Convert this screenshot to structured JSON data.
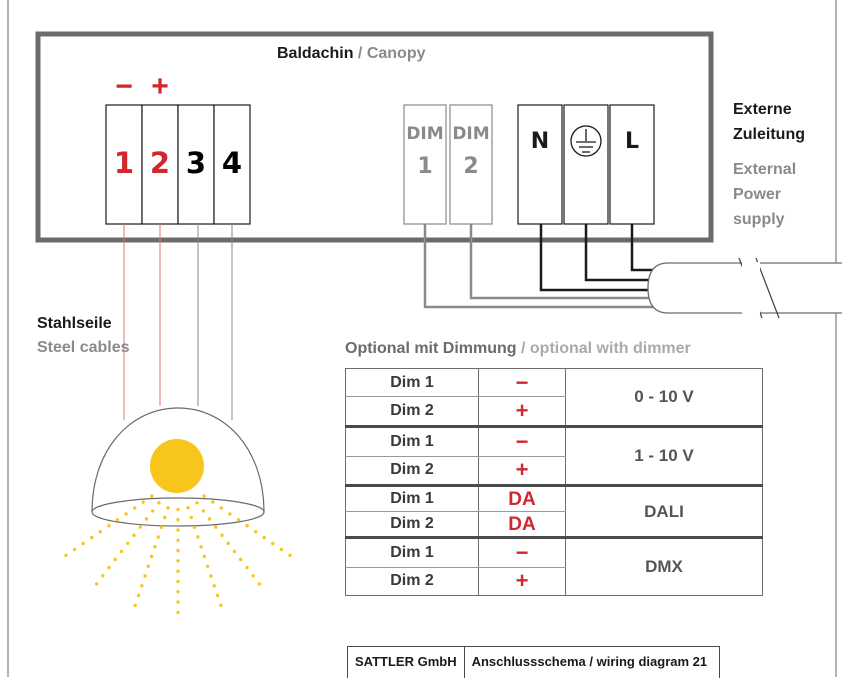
{
  "canopy": {
    "title_de": "Baldachin",
    "sep": " / ",
    "title_en": "Canopy"
  },
  "terminals": [
    {
      "num": "1",
      "sign": "−",
      "color": "#d0282d"
    },
    {
      "num": "2",
      "sign": "+",
      "color": "#d0282d"
    },
    {
      "num": "3",
      "sign": "",
      "color": "#1a1a1a"
    },
    {
      "num": "4",
      "sign": "",
      "color": "#1a1a1a"
    }
  ],
  "dim_terminals": [
    {
      "label": "DIM",
      "num": "1"
    },
    {
      "label": "DIM",
      "num": "2"
    }
  ],
  "power_terminals": {
    "n": "N",
    "l": "L",
    "earth_icon": "ground-icon"
  },
  "external": {
    "de_line1": "Externe",
    "de_line2": "Zuleitung",
    "en_line1": "External",
    "en_line2": "Power",
    "en_line3": "supply"
  },
  "cables": {
    "de": "Stahlseile",
    "en": "Steel cables"
  },
  "dimming": {
    "heading_de": "Optional mit Dimmung",
    "sep": " / ",
    "heading_en": "optional with dimmer",
    "rows": [
      {
        "d1": "Dim 1",
        "s1": "−",
        "d2": "Dim 2",
        "s2": "+",
        "mode": "0 - 10 V"
      },
      {
        "d1": "Dim 1",
        "s1": "−",
        "d2": "Dim 2",
        "s2": "+",
        "mode": "1 - 10 V"
      },
      {
        "d1": "Dim 1",
        "s1": "DA",
        "d2": "Dim 2",
        "s2": "DA",
        "mode": "DALI"
      },
      {
        "d1": "Dim 1",
        "s1": "−",
        "d2": "Dim 2",
        "s2": "+",
        "mode": "DMX"
      }
    ]
  },
  "footer": {
    "company": "SATTLER GmbH",
    "title": "Anschlussschema / wiring diagram 21"
  },
  "colors": {
    "red": "#d0282d",
    "gray": "#8a8a8a",
    "box_border": "#6b6b6b",
    "sun": "#f7c51b"
  }
}
